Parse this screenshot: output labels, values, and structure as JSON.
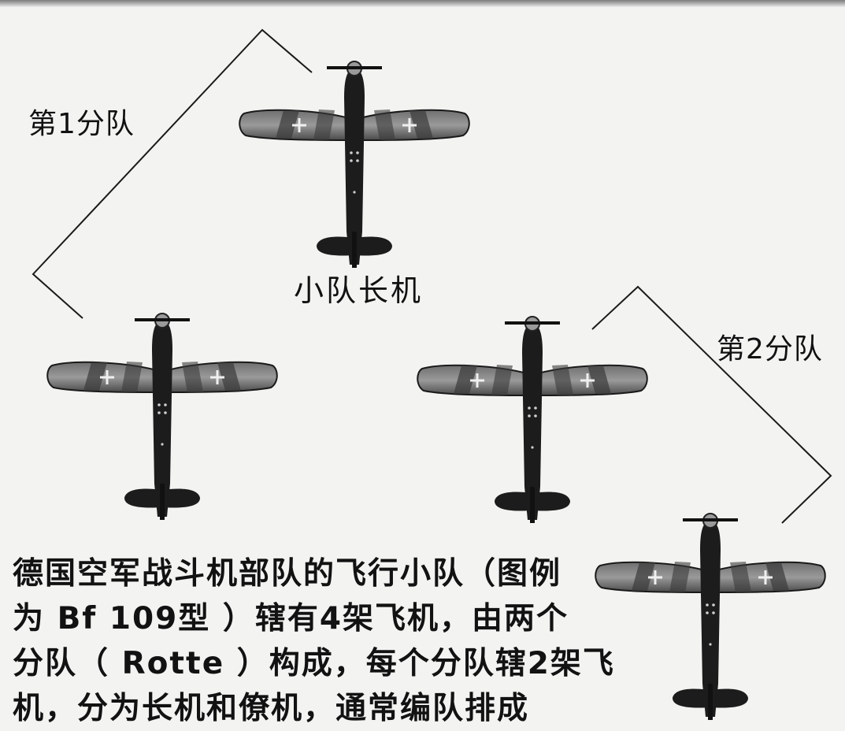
{
  "labels": {
    "section_1": "第1分队",
    "leader": "小队长机",
    "section_2": "第2分队"
  },
  "caption": {
    "lines": [
      "德国空军战斗机部队的飞行小队（图例",
      "为 Bf 109型 ）辖有4架飞机，由两个",
      "分队（ Rotte ）构成，每个分队辖2架飞",
      "机，分为长机和僚机，通常编队排成"
    ]
  },
  "aircraft": [
    {
      "role": "leader",
      "type": "Bf 109"
    },
    {
      "role": "section-1-wingman",
      "type": "Bf 109"
    },
    {
      "role": "section-2-lead",
      "type": "Bf 109"
    },
    {
      "role": "section-2-wingman",
      "type": "Bf 109"
    }
  ],
  "colors": {
    "background": "#f3f3f1",
    "ink": "#111111",
    "wing_grey": "#8a8a8a",
    "fuselage_dark": "#1c1c1c"
  }
}
